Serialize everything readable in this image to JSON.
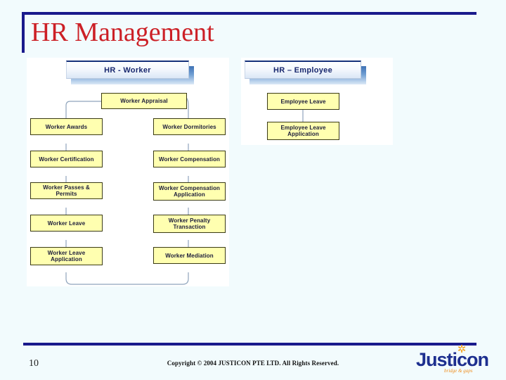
{
  "slide": {
    "title": "HR Management",
    "page_number": "10",
    "copyright": "Copyright © 2004 JUSTICON PTE LTD. All Rights Reserved.",
    "accent_navy": "#1a1a8c",
    "title_red": "#cc2026",
    "background": "#f2fbfd"
  },
  "logo": {
    "word": "Justicon",
    "tagline": "bridge & gaps",
    "burst": "✲",
    "word_color": "#1d2f8f",
    "tagline_color": "#ef8f22"
  },
  "diagram": {
    "type": "flowchart",
    "groups": [
      {
        "id": "hr-worker",
        "header": "HR - Worker",
        "left_column": [
          "Worker Awards",
          "Worker Certification",
          "Worker Passes & Permits",
          "Worker Leave",
          "Worker Leave Application"
        ],
        "right_column": [
          "Worker Dormitories",
          "Worker Compensation",
          "Worker Compensation Application",
          "Worker Penalty Transaction",
          "Worker Mediation"
        ],
        "root": "Worker Appraisal"
      },
      {
        "id": "hr-employee",
        "header": "HR – Employee",
        "column": [
          "Employee Leave",
          "Employee Leave Application"
        ]
      }
    ],
    "box_fill": "#ffffb0",
    "box_border": "#3b3b15",
    "connector_color": "#8fa4bc"
  }
}
